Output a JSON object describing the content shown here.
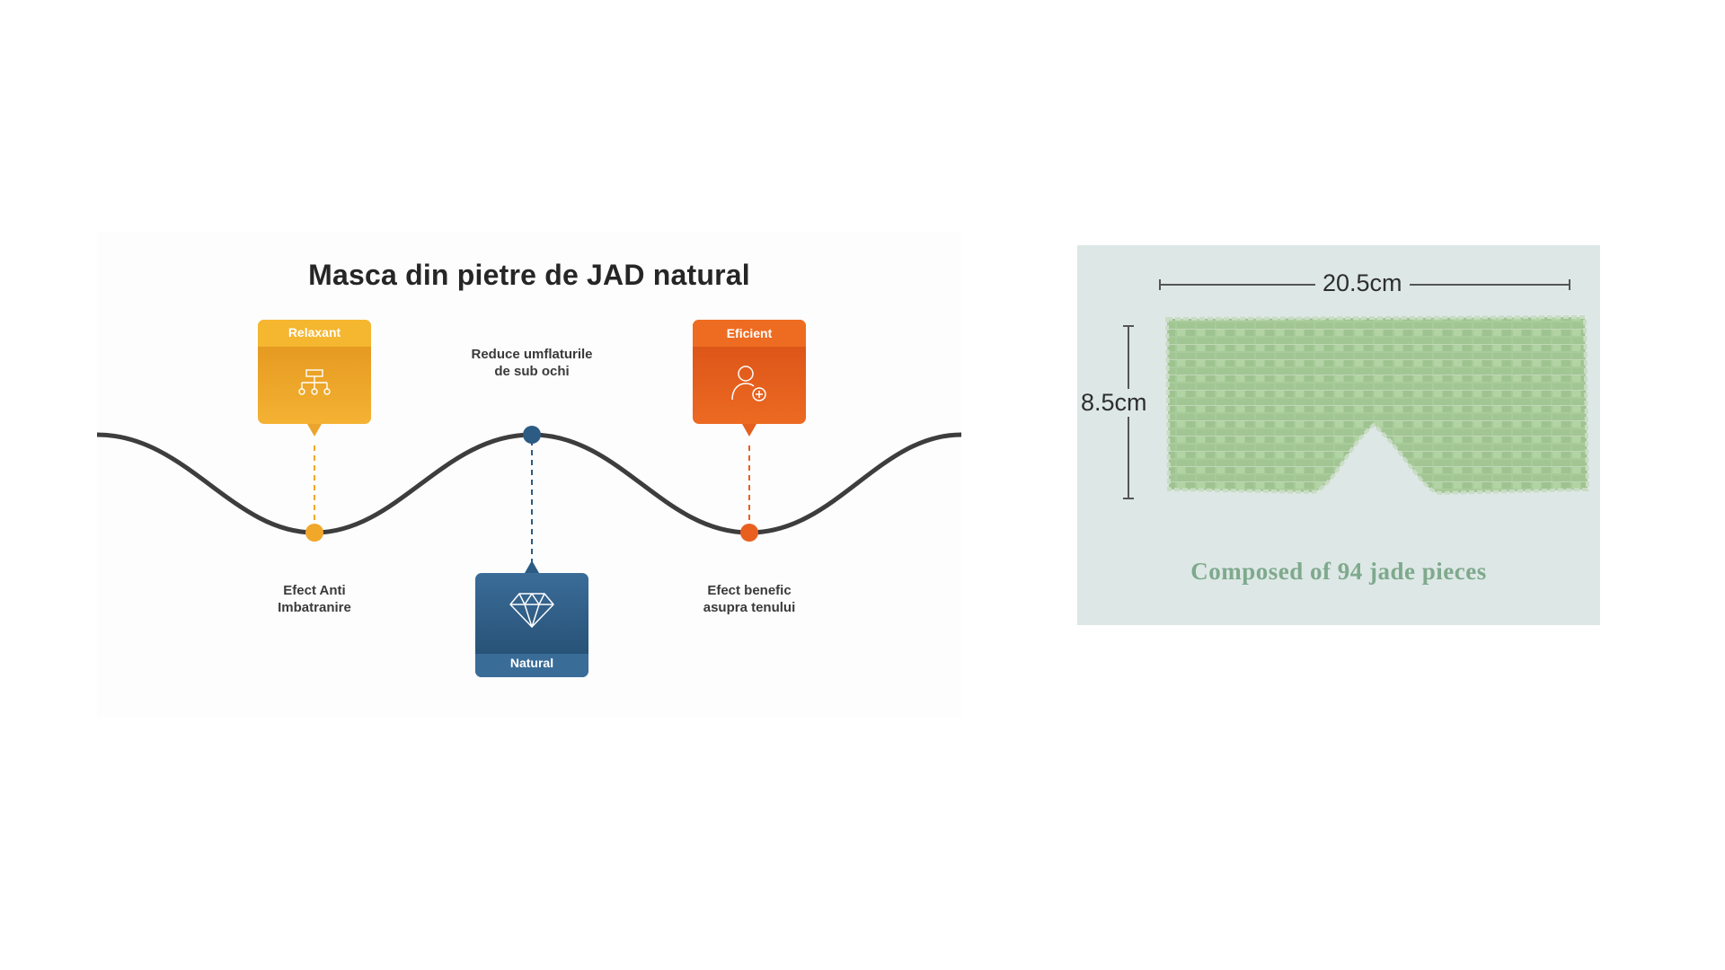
{
  "diagram": {
    "title": "Masca din pietre de JAD natural",
    "top_caption": [
      "Reduce umflaturile",
      "de sub ochi"
    ],
    "left_caption": [
      "Efect Anti",
      "Imbatranire"
    ],
    "right_caption": [
      "Efect benefic",
      "asupra tenului"
    ],
    "pins": [
      {
        "label": "Relaxant",
        "icon": "hierarchy-icon",
        "color": "#f1a72a",
        "header_color": "#f5b630"
      },
      {
        "label": "Natural",
        "icon": "diamond-icon",
        "color": "#2c5b84",
        "footer_color": "#3a6c98"
      },
      {
        "label": "Eficient",
        "icon": "user-add-icon",
        "color": "#e85f1f",
        "header_color": "#ee6c22"
      }
    ],
    "curve_color": "#3d3d3d"
  },
  "photo": {
    "width_label": "20.5cm",
    "height_label": "8.5cm",
    "caption": "Composed of 94 jade pieces",
    "jade_color": "#a9cc9a",
    "background_color": "#dde8e6"
  }
}
